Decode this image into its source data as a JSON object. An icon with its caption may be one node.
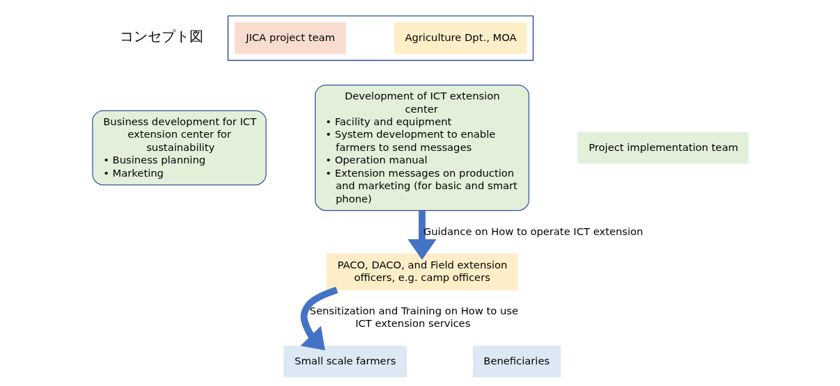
{
  "diagram": {
    "nodes": [
      {
        "text": [],
        "shape": "box"
      },
      {
        "text": [
          "JICA project team"
        ],
        "in": 0
      },
      {
        "text": [
          "Agriculture Dpt., MOA"
        ],
        "in": 0
      },
      {
        "text": [
          "Business development for ICT extension center for sustainability",
          "• Business planning",
          "• Marketing"
        ]
      },
      {
        "text": [
          "Development of ICT extension center",
          "• Facility and equipment",
          "• System development to enable farmers to send messages",
          "• Operation manual",
          "• Extension messages on production and marketing (for basic and smart phone)"
        ]
      },
      {
        "text": [
          "Project implementation team"
        ]
      },
      {
        "text": [
          "PACO, DACO, and Field extension officers, e.g. camp officers"
        ]
      },
      {
        "text": [
          "Small scale farmers"
        ]
      },
      {
        "text": [
          "Beneficiaries"
        ]
      }
    ],
    "edges": [
      {
        "from": 4,
        "to": 6,
        "arrow": "to",
        "label": "Guidance on How to operate ICT extension"
      },
      {
        "from": 6,
        "to": 7,
        "arrow": "to",
        "label": "Sensitization and Training on How to use ICT extension services"
      }
    ],
    "labels": [
      "コンセプト図"
    ]
  }
}
